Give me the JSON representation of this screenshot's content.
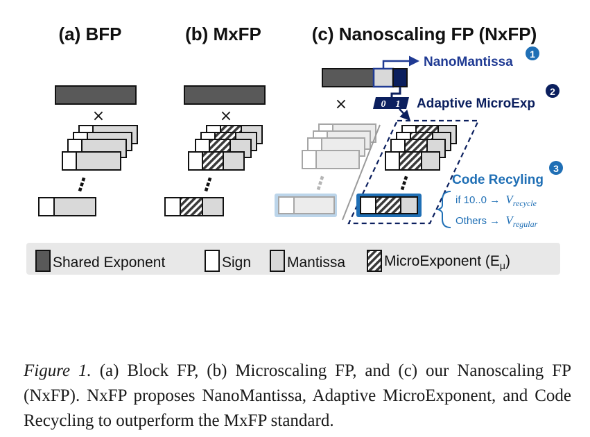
{
  "panels": {
    "a_title": "(a) BFP",
    "b_title": "(b) MxFP",
    "c_title": "(c) Nanoscaling FP (NxFP)"
  },
  "symbols": {
    "times": "×",
    "dots": "⋮",
    "bit0": "0",
    "bit1": "1"
  },
  "callouts": {
    "nanomantissa": {
      "label": "NanoMantissa",
      "badge": "1"
    },
    "adaptive": {
      "label": "Adaptive MicroExp",
      "badge": "2"
    },
    "recycling": {
      "label": "Code Recyling",
      "badge": "3",
      "rule1_prefix": "if 10..0 →",
      "rule1_var": "V",
      "rule1_sub": "recycle",
      "rule2_prefix": "Others →",
      "rule2_var": "V",
      "rule2_sub": "regular"
    }
  },
  "legend": {
    "shared_exponent": "Shared Exponent",
    "sign": "Sign",
    "mantissa": "Mantissa",
    "microexponent": "MicroExponent (E",
    "microexponent_sub": "μ",
    "microexponent_close": ")"
  },
  "caption": {
    "label": "Figure 1.",
    "text": "(a) Block FP, (b) Microscaling FP, and (c) our Nanoscaling FP (NxFP). NxFP proposes NanoMantissa, Adaptive MicroExponent, and Code Recycling to outperform the MxFP standard."
  },
  "colors": {
    "dark_fill": "#595959",
    "light_fill": "#d9d9d9",
    "navy": "#1f3a93",
    "dark_navy": "#0b1f5e",
    "accent_blue": "#1f6fb5",
    "faded_fill": "#ececec",
    "faded_stroke": "#a6a6a6",
    "legend_bg": "#e8e8e8"
  }
}
